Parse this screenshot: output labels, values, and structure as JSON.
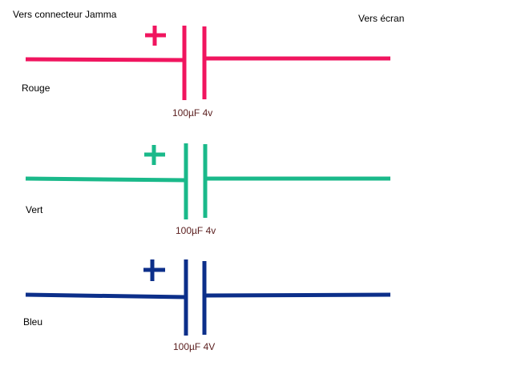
{
  "header": {
    "left": "Vers connecteur Jamma",
    "right": "Vers écran"
  },
  "channels": [
    {
      "name": "Rouge",
      "color": "#f0155f",
      "capacitor": "100µF 4v",
      "polarity": "+"
    },
    {
      "name": "Vert",
      "color": "#1ab98a",
      "capacitor": "100µF 4v",
      "polarity": "+"
    },
    {
      "name": "Bleu",
      "color": "#0c2f8a",
      "capacitor": "100µF 4V",
      "polarity": "+"
    }
  ]
}
